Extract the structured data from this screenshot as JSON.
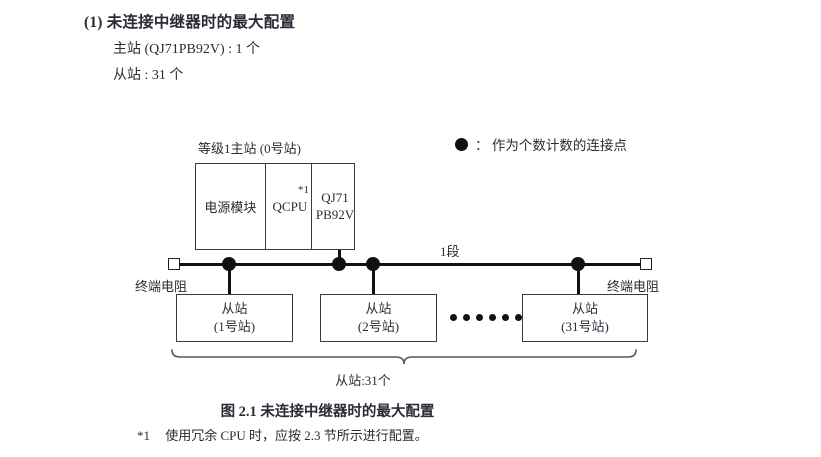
{
  "heading": {
    "title": "(1) 未连接中继器时的最大配置",
    "spec_master": "主站 (QJ71PB92V) : 1 个",
    "spec_slave": "从站 : 31 个"
  },
  "legend": {
    "icon": "filled-circle-icon",
    "text": "： 作为个数计数的连接点"
  },
  "diagram": {
    "master": {
      "label": "等级1主站 (0号站)",
      "cells": [
        {
          "name": "power-module",
          "text": "电源模块"
        },
        {
          "name": "cpu-module",
          "text": "QCPU",
          "footnote_mark": "*1"
        },
        {
          "name": "master-module",
          "line1": "QJ71",
          "line2": "PB92V"
        }
      ]
    },
    "bus": {
      "segment_label": "1段",
      "terminator_left_label": "终端电阻",
      "terminator_right_label": "终端电阻",
      "terminator_icon": "open-square-icon",
      "node_icon": "filled-circle-icon",
      "node_count": 4
    },
    "slaves": [
      {
        "line1": "从站",
        "line2": "(1号站)"
      },
      {
        "line1": "从站",
        "line2": "(2号站)"
      },
      {
        "line1": "从站",
        "line2": "(31号站)"
      }
    ],
    "ellipsis_dot_count": 6,
    "brace_label": "从站:31个"
  },
  "caption": "图 2.1  未连接中继器时的最大配置",
  "footnote": {
    "mark": "*1",
    "text": "使用冗余 CPU 时，应按 2.3 节所示进行配置。"
  },
  "colors": {
    "text": "#2b2b38",
    "ink": "#111111",
    "box_border": "#3b3b3b",
    "page_background": "#ffffff"
  }
}
